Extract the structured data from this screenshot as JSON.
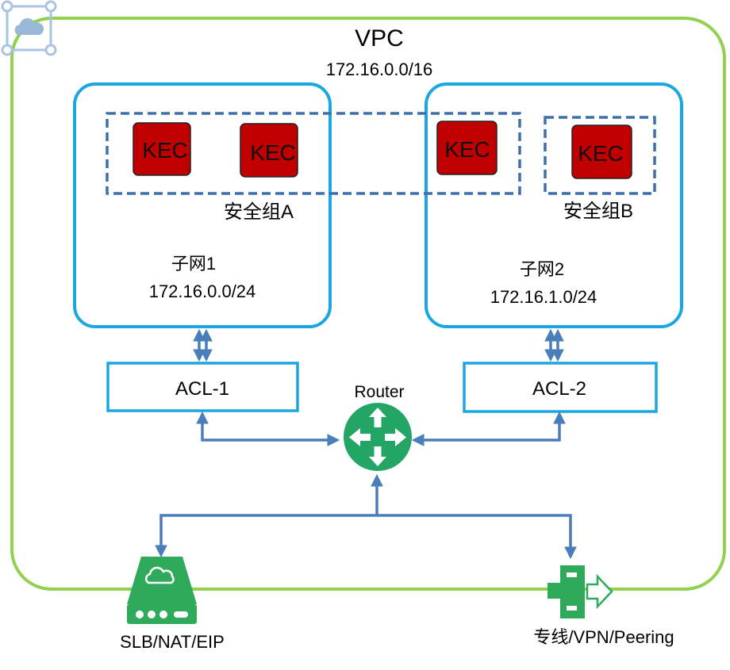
{
  "vpc": {
    "title": "VPC",
    "cidr": "172.16.0.0/16"
  },
  "subnets": [
    {
      "name": "子网1",
      "cidr": "172.16.0.0/24"
    },
    {
      "name": "子网2",
      "cidr": "172.16.1.0/24"
    }
  ],
  "security_groups": [
    {
      "label": "安全组A"
    },
    {
      "label": "安全组B"
    }
  ],
  "instances": [
    "KEC",
    "KEC",
    "KEC",
    "KEC"
  ],
  "acls": [
    "ACL-1",
    "ACL-2"
  ],
  "router": {
    "label": "Router"
  },
  "gateways": [
    {
      "label": "SLB/NAT/EIP"
    },
    {
      "label": "专线/VPN/Peering"
    }
  ],
  "colors": {
    "vpc_border": "#92d050",
    "subnet_border": "#1aa7e0",
    "security_group_border": "#3d6fad",
    "kec_fill": "#c00000",
    "arrow": "#4a7ebb",
    "router_fill": "#22a565",
    "gateway_fill": "#2faa5b"
  },
  "icons": [
    "vpc-cloud-icon",
    "router-icon",
    "slb-nat-eip-icon",
    "direct-connect-icon"
  ]
}
